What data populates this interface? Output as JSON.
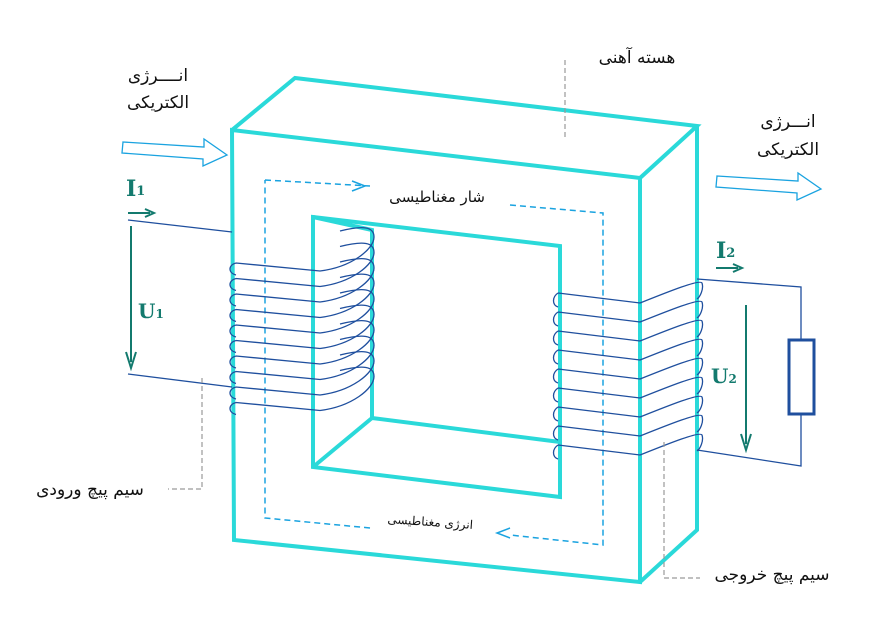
{
  "labels": {
    "input_energy_line1": "انــــرژی",
    "input_energy_line2": "الکتریکی",
    "output_energy_line1": "انـــرژی",
    "output_energy_line2": "الکتریکی",
    "iron_core": "هسته آهنی",
    "magnetic_flux": "شار مغناطیسی",
    "magnetic_energy": "انرژی مغناطیسی",
    "primary_coil": "سیم پیچ ورودی",
    "secondary_coil": "سیم پیچ خروجی",
    "current_in": "I",
    "current_in_sub": "1",
    "voltage_in": "U",
    "voltage_in_sub": "1",
    "current_out": "I",
    "current_out_sub": "2",
    "voltage_out": "U",
    "voltage_out_sub": "2"
  },
  "colors": {
    "core": "#2ad9d9",
    "flux": "#1aa3e0",
    "wire": "#1f4f9e",
    "symbol": "#137a6e",
    "leader": "#9a9a9a",
    "text": "#111111"
  },
  "coils": {
    "primary_turns": 10,
    "secondary_turns": 9
  }
}
